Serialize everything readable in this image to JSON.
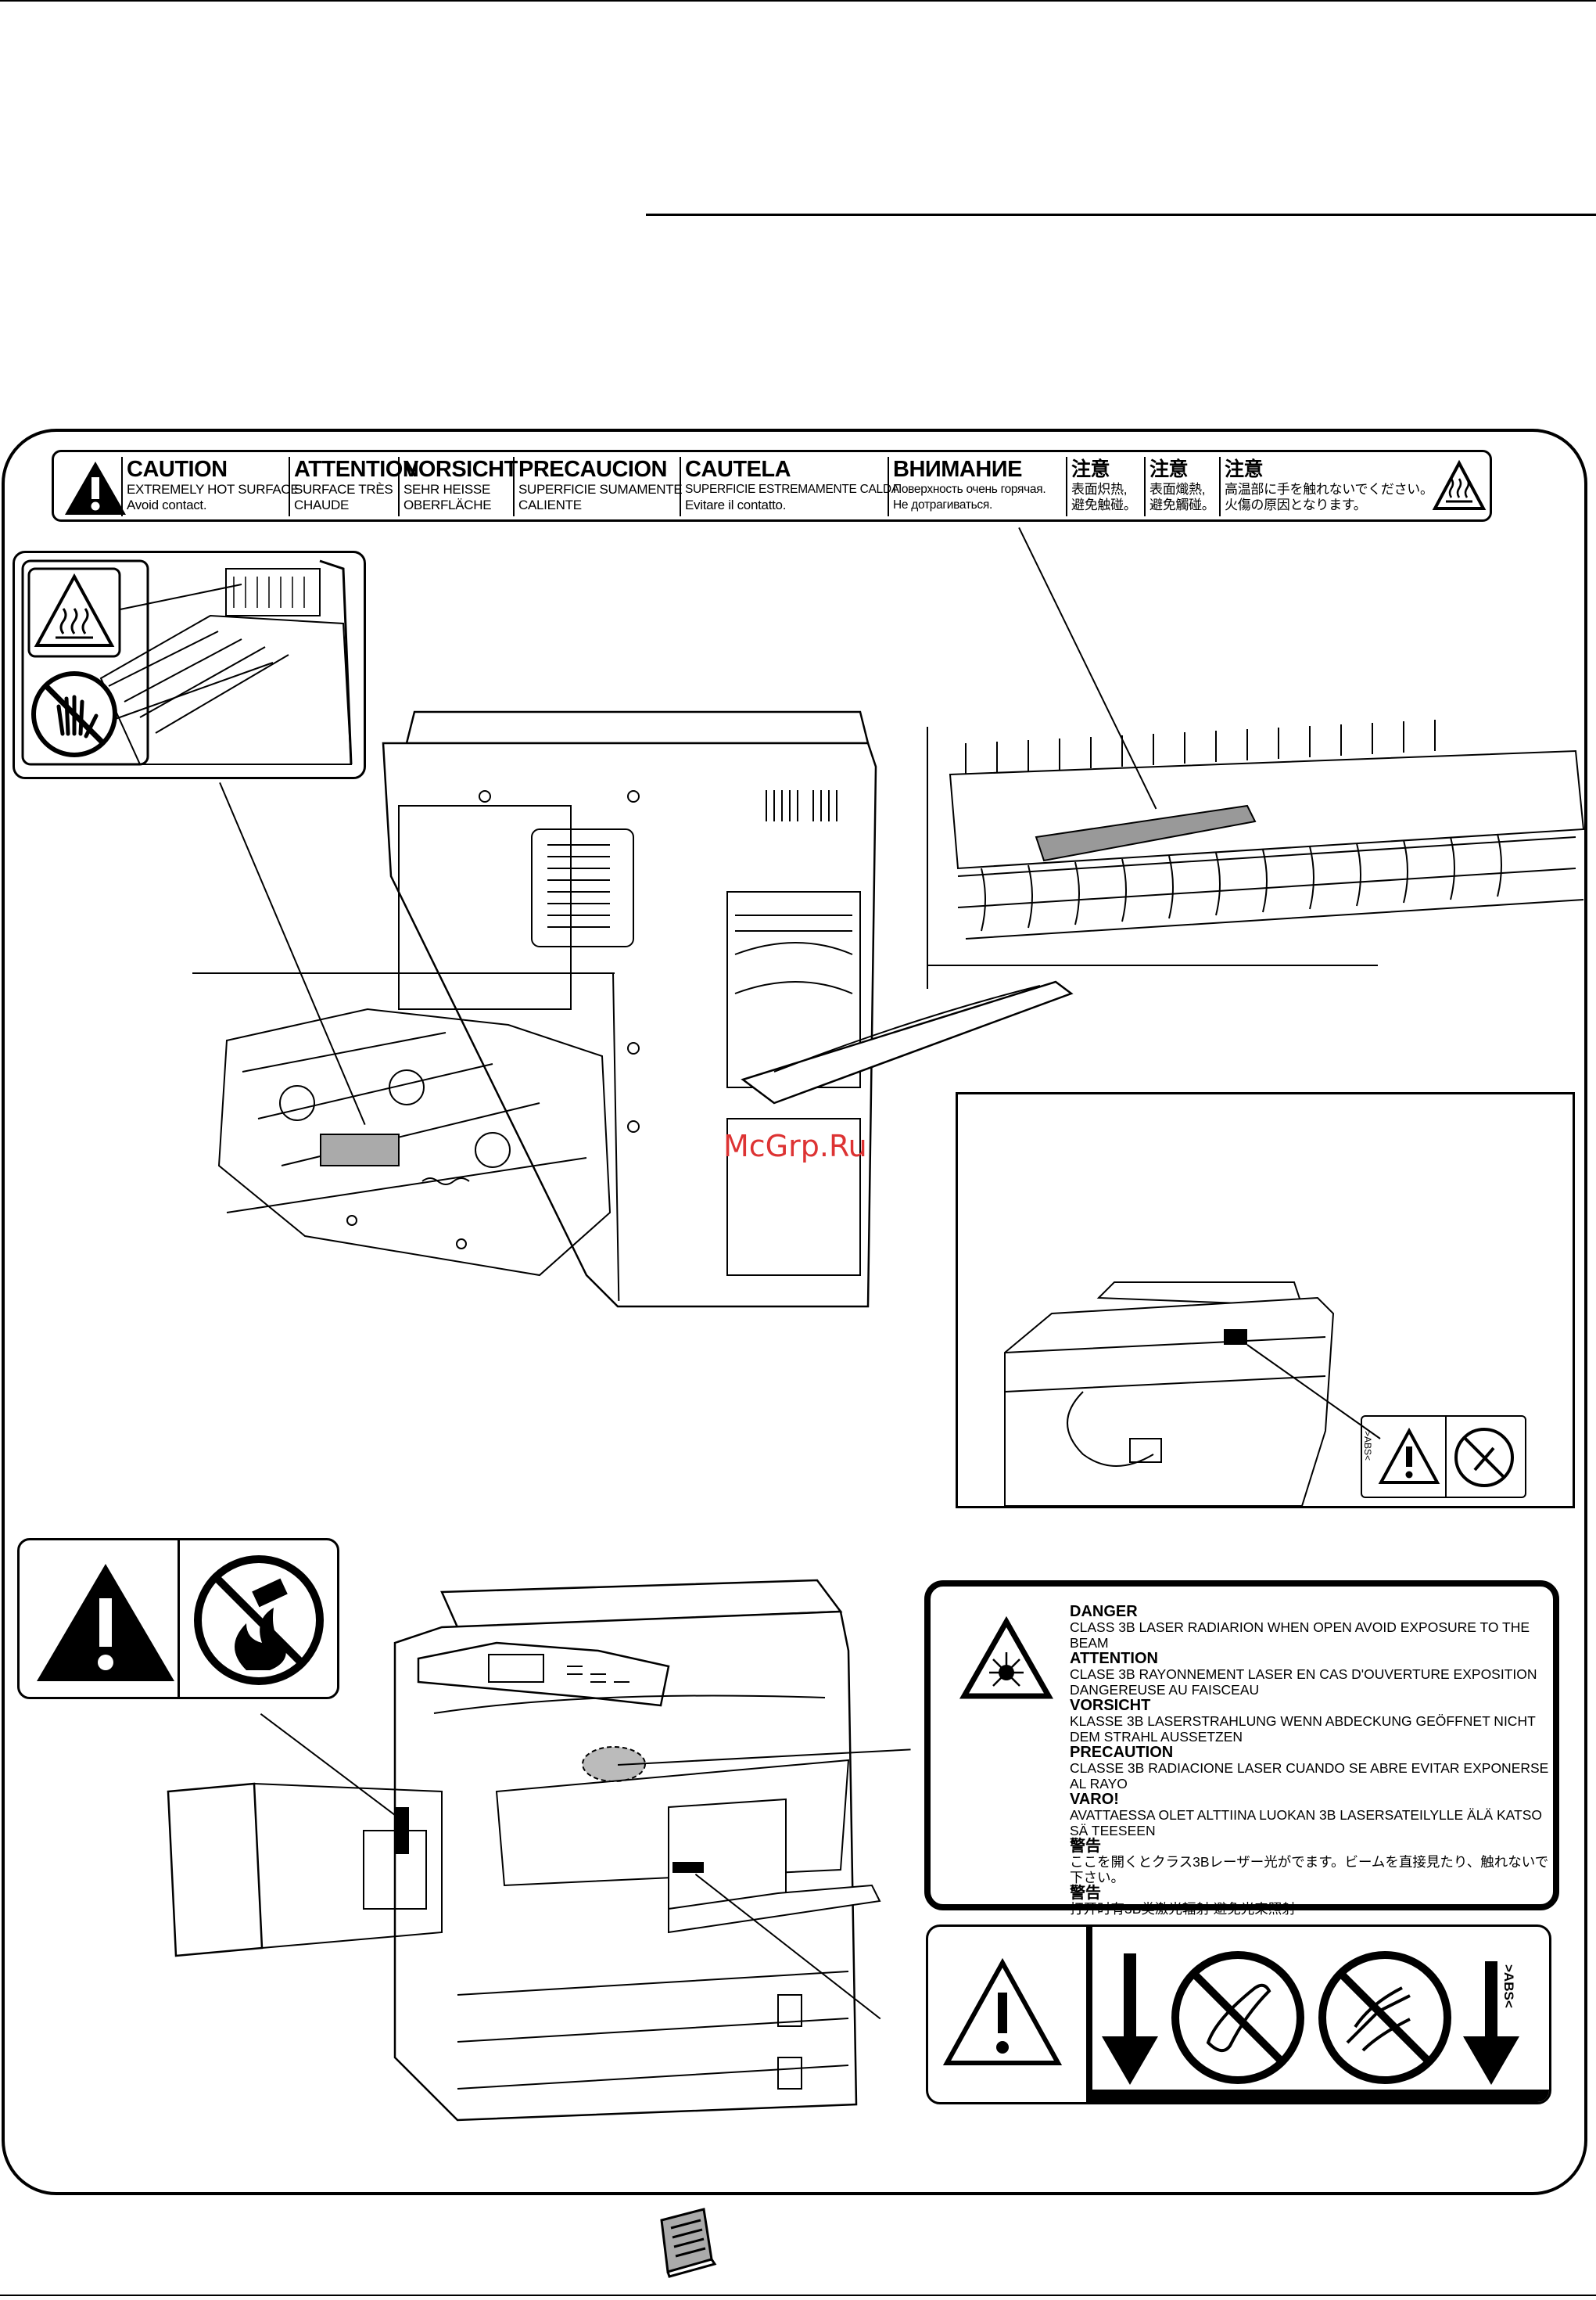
{
  "caution_label": {
    "columns": [
      {
        "heading": "CAUTION",
        "line1": "EXTREMELY HOT SURFACE",
        "line2": "Avoid contact."
      },
      {
        "heading": "ATTENTION",
        "line1": "SURFACE TRÈS",
        "line2": "CHAUDE"
      },
      {
        "heading": "VORSICHT",
        "line1": "SEHR HEISSE",
        "line2": "OBERFLÄCHE"
      },
      {
        "heading": "PRECAUCION",
        "line1": "SUPERFICIE SUMAMENTE",
        "line2": "CALIENTE"
      },
      {
        "heading": "CAUTELA",
        "line1": "SUPERFICIE ESTREMAMENTE CALDA",
        "line2": "Evitare il contatto."
      },
      {
        "heading": "ВНИМАНИЕ",
        "line1": "Поверхность очень горячая.",
        "line2": "Не дотрагиваться."
      },
      {
        "heading": "注意",
        "line1": "表面炽热,",
        "line2": "避免触碰。"
      },
      {
        "heading": "注意",
        "line1": "表面熾熱,",
        "line2": "避免觸碰。"
      },
      {
        "heading": "注意",
        "line1": "高温部に手を触れないでください。",
        "line2": "火傷の原因となります。"
      }
    ]
  },
  "laser_label": {
    "sections": [
      {
        "heading": "DANGER",
        "text": "CLASS 3B LASER RADIARION WHEN OPEN AVOID EXPOSURE TO THE BEAM"
      },
      {
        "heading": "ATTENTION",
        "text": "CLASE 3B RAYONNEMENT LASER EN CAS D'OUVERTURE EXPOSITION DANGEREUSE AU FAISCEAU"
      },
      {
        "heading": "VORSICHT",
        "text": "KLASSE 3B LASERSTRAHLUNG WENN ABDECKUNG GEÖFFNET NICHT DEM STRAHL AUSSETZEN"
      },
      {
        "heading": "PRECAUTION",
        "text": "CLASSE 3B RADIACIONE LASER CUANDO SE ABRE EVITAR EXPONERSE AL RAYO"
      },
      {
        "heading": "VARO!",
        "text": "AVATTAESSA OLET ALTTIINA LUOKAN 3B LASERSATEILYLLE ÄLÄ KATSO SÄ TEESEEN"
      },
      {
        "heading": "警告",
        "text": "ここを開くとクラス3Bレーザー光がでます。ビームを直接見たり、触れないで下さい。"
      },
      {
        "heading": "警告",
        "text": "打开时有3B类激光辐射 避免光束照射"
      }
    ]
  },
  "abs_mark": ">ABS<",
  "watermark": "McGrp.Ru",
  "icons": [
    "hot-surface-icon",
    "no-touch-icon",
    "warning-icon",
    "no-fire-icon",
    "laser-icon",
    "down-arrow-icon",
    "book-icon"
  ]
}
